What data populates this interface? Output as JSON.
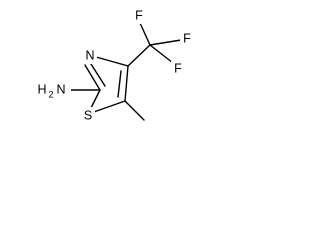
{
  "molecule": {
    "atoms": {
      "amine_H": "H",
      "amine_sub": "2",
      "amine_N": "N",
      "ring_N": "N",
      "ring_S": "S",
      "F_top": "F",
      "F_right": "F",
      "F_lower": "F"
    },
    "colors": {
      "bond": "#000000",
      "label": "#000000",
      "background": "#ffffff"
    }
  }
}
